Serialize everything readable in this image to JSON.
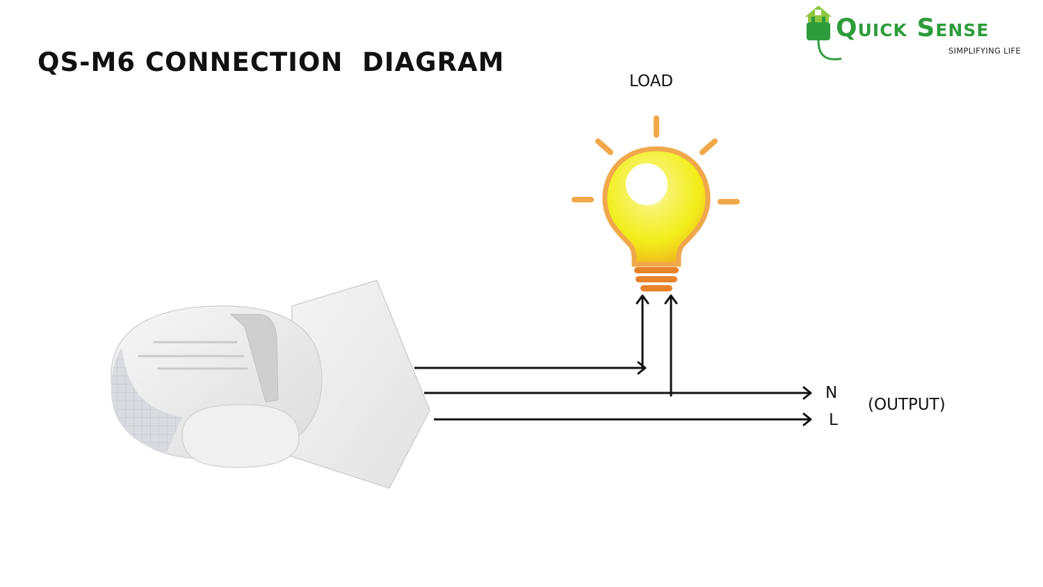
{
  "title": "QS-M6 CONNECTION  DIAGRAM",
  "brand": {
    "name": "Quick Sense",
    "tagline": "SIMPLIFYING LIFE",
    "color": "#2e9c3b",
    "icon": "house-plug-icon"
  },
  "labels": {
    "load": "LOAD",
    "neutral": "N",
    "live": "L",
    "output": "(OUTPUT)"
  },
  "colors": {
    "wire": "#111111",
    "bulb_glow": "#f0a84a",
    "bulb_base": "#e8822a",
    "bulb_core": "#f2ee1a",
    "sensor_body": "#ececec"
  },
  "icons": {
    "sensor": "motion-sensor-icon",
    "bulb": "light-bulb-icon"
  }
}
